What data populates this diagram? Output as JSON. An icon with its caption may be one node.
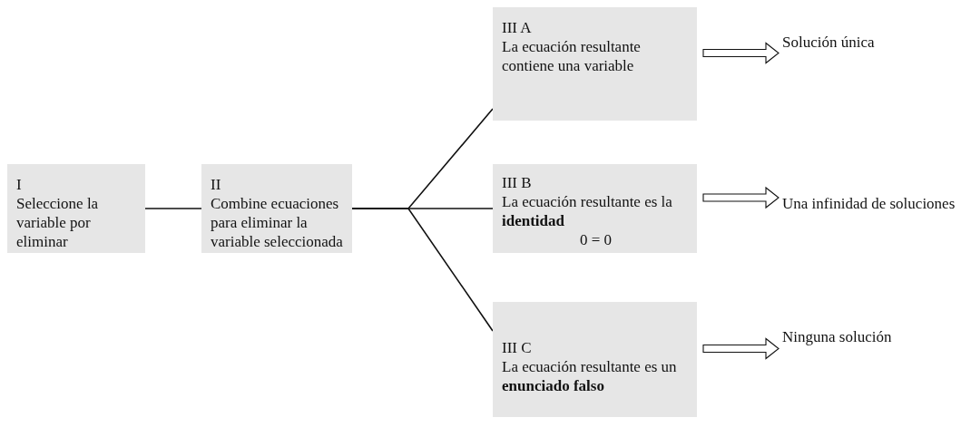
{
  "diagram": {
    "nodes": [
      {
        "text": [
          "I",
          "Seleccione la variable por eliminar"
        ]
      },
      {
        "text": [
          "II",
          "Combine ecuaciones para eliminar la variable seleccionada"
        ]
      },
      {
        "text": [
          "III A",
          "La ecuación resultante contiene una variable"
        ]
      },
      {
        "text": [
          "III B",
          "La ecuación resultante es la **identidad**",
          "0 = 0"
        ]
      },
      {
        "text": [
          "III C",
          "La ecuación resultante es un **enunciado falso**"
        ]
      },
      {
        "text": [
          "Solución única"
        ]
      },
      {
        "text": [
          "Una infinidad de soluciones"
        ]
      },
      {
        "text": [
          "Ninguna solución"
        ]
      }
    ],
    "edges": [
      {
        "from": 0,
        "to": 1,
        "arrow": "none"
      },
      {
        "from": 1,
        "to": 2,
        "arrow": "none"
      },
      {
        "from": 1,
        "to": 3,
        "arrow": "none"
      },
      {
        "from": 1,
        "to": 4,
        "arrow": "none"
      },
      {
        "from": 2,
        "to": 5,
        "arrow": "to"
      },
      {
        "from": 3,
        "to": 6,
        "arrow": "to"
      },
      {
        "from": 4,
        "to": 7,
        "arrow": "to"
      }
    ]
  }
}
